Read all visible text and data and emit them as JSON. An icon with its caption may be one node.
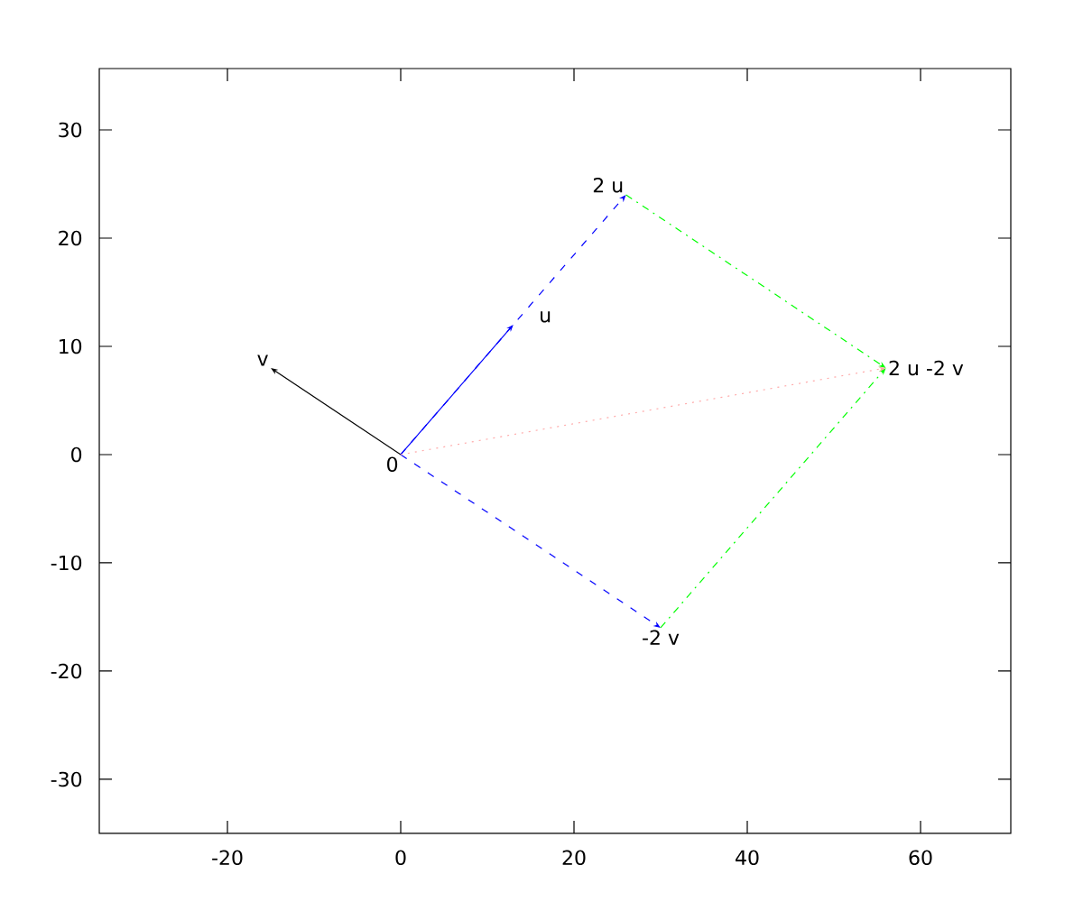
{
  "diagram": {
    "nodes": [
      {
        "text": [
          "0"
        ]
      },
      {
        "text": [
          "u"
        ]
      },
      {
        "text": [
          "v"
        ]
      },
      {
        "text": [
          "2 u"
        ]
      },
      {
        "text": [
          "-2 v"
        ]
      },
      {
        "text": [
          "2 u -2 v"
        ]
      }
    ],
    "edges": [
      {
        "from": 0,
        "to": 1,
        "arrow": "to",
        "color": "#0000ff"
      },
      {
        "from": 0,
        "to": 2,
        "arrow": "to",
        "color": "#000000"
      },
      {
        "from": 0,
        "to": 3,
        "arrow": "to",
        "style": "dashed",
        "color": "#0000ff"
      },
      {
        "from": 0,
        "to": 4,
        "arrow": "to",
        "style": "dashed",
        "color": "#0000ff"
      },
      {
        "from": 3,
        "to": 5,
        "arrow": "to",
        "style": "dashed",
        "color": "#00ff00"
      },
      {
        "from": 4,
        "to": 5,
        "arrow": "to",
        "style": "dashed",
        "color": "#00ff00"
      },
      {
        "from": 0,
        "to": 5,
        "arrow": "to",
        "style": "dashed",
        "color": "#ffaaaa"
      }
    ],
    "labels": [
      "30",
      "20",
      "10",
      "0",
      "-10",
      "-20",
      "-30",
      "-20",
      "0",
      "20",
      "40",
      "60"
    ]
  }
}
